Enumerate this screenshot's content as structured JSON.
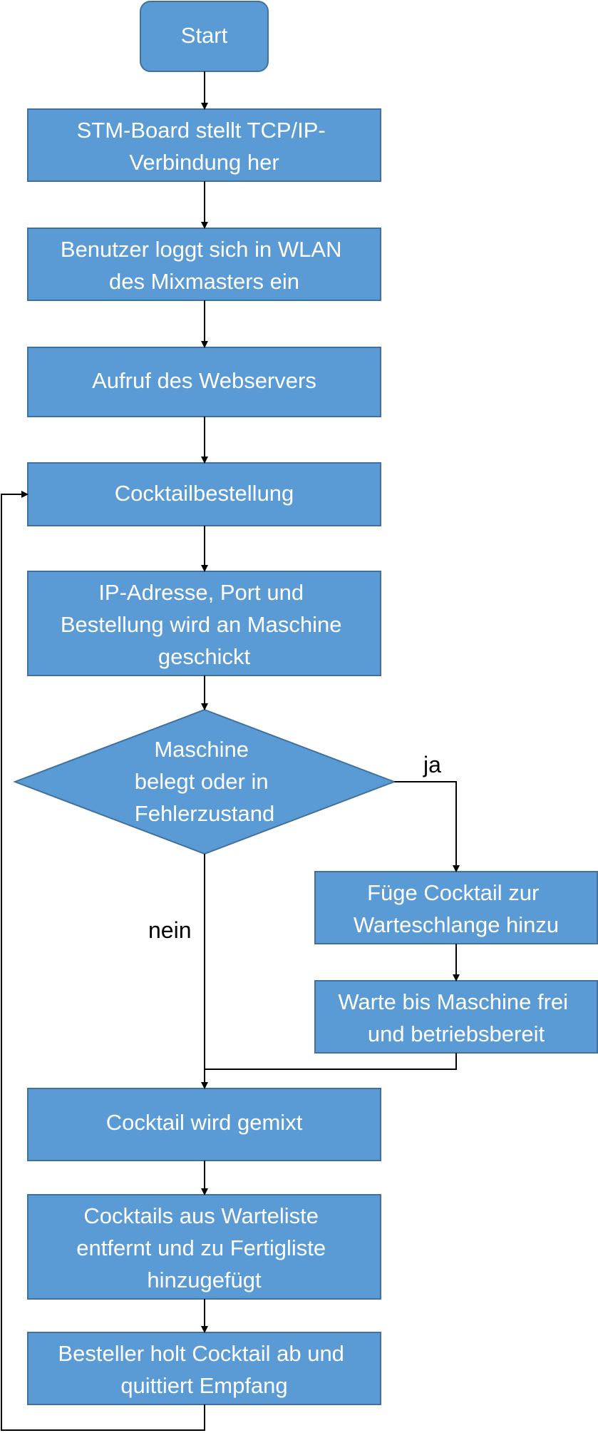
{
  "diagram": {
    "colors": {
      "fill": "#5b9bd5",
      "stroke": "#41719c",
      "text": "#ffffff",
      "line": "#000000"
    },
    "start": {
      "label": "Start"
    },
    "steps": [
      {
        "lines": [
          "STM-Board stellt TCP/IP-",
          "Verbindung her"
        ]
      },
      {
        "lines": [
          "Benutzer loggt sich in WLAN",
          "des Mixmasters ein"
        ]
      },
      {
        "lines": [
          "Aufruf des Webservers"
        ]
      },
      {
        "lines": [
          "Cocktailbestellung"
        ]
      },
      {
        "lines": [
          "IP-Adresse, Port und",
          "Bestellung wird an Maschine",
          "geschickt"
        ]
      }
    ],
    "decision": {
      "lines": [
        "Maschine",
        "belegt oder in",
        "Fehlerzustand"
      ],
      "yes_label": "ja",
      "no_label": "nein"
    },
    "queue_steps": [
      {
        "lines": [
          "Füge Cocktail zur",
          "Warteschlange hinzu"
        ]
      },
      {
        "lines": [
          "Warte bis Maschine frei",
          "und betriebsbereit"
        ]
      }
    ],
    "final_steps": [
      {
        "lines": [
          "Cocktail wird gemixt"
        ]
      },
      {
        "lines": [
          "Cocktails aus Warteliste",
          "entfernt und zu Fertigliste",
          "hinzugefügt"
        ]
      },
      {
        "lines": [
          "Besteller holt Cocktail ab und",
          "quittiert Empfang"
        ]
      }
    ]
  }
}
